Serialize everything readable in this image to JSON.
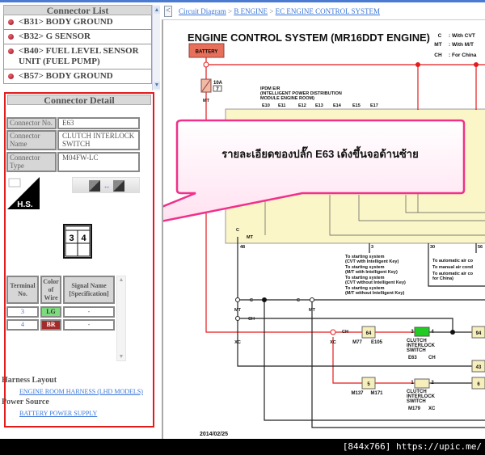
{
  "connector_list": {
    "title": "Connector List",
    "items": [
      {
        "label": "<B31> BODY GROUND"
      },
      {
        "label": "<B32> G SENSOR"
      },
      {
        "label": "<B40> FUEL LEVEL SENSOR UNIT (FUEL PUMP)"
      },
      {
        "label": "<B57> BODY GROUND"
      }
    ]
  },
  "connector_detail": {
    "title": "Connector Detail",
    "no_label": "Connector No.",
    "no_value": "E63",
    "name_label": "Connector Name",
    "name_value": "CLUTCH INTERLOCK SWITCH",
    "type_label": "Connector Type",
    "type_value": "M04FW-LC",
    "hs_label": "H.S.",
    "pins": [
      "3",
      "4"
    ],
    "table": {
      "headers": [
        "Terminal No.",
        "Color of Wire",
        "Signal Name [Specification]"
      ],
      "rows": [
        {
          "terminal": "3",
          "color": "LG",
          "color_hex": "#7ddc7d",
          "signal": "-"
        },
        {
          "terminal": "4",
          "color": "BR",
          "color_hex": "#a52a2a",
          "signal": "-"
        }
      ]
    },
    "harness_layout_label": "Harness Layout",
    "harness_link": "ENGINE ROOM HARNESS (LHD MODELS)",
    "power_source_label": "Power Source",
    "power_link": "BATTERY POWER SUPPLY"
  },
  "breadcrumb": {
    "back": "<",
    "items": [
      "Circuit Diagram",
      "B ENGINE",
      "EC ENGINE CONTROL SYSTEM"
    ],
    "sep": ">"
  },
  "diagram": {
    "title": "ENGINE CONTROL SYSTEM (MR16DDT ENGINE)",
    "legend": [
      {
        "tag": "C",
        "text": ": With CVT"
      },
      {
        "tag": "MT",
        "text": ": With M/T"
      },
      {
        "tag": "CH",
        "text": ": For China"
      }
    ],
    "battery": "BATTERY",
    "fuse_amp": "10A",
    "fuse_no": "7",
    "ipdm": [
      "IPDM E/R",
      "(INTELLIGENT POWER DISTRIBUTION",
      "MODULE ENGINE ROOM)"
    ],
    "ipdm_connectors": [
      "E10",
      "E11",
      "E12",
      "E13",
      "E14",
      "E15",
      "E17"
    ],
    "pins": {
      "p48": "48",
      "p3": "3",
      "p30": "30",
      "p56": "56",
      "p64": "64",
      "p94": "94",
      "p43": "43",
      "p5": "5",
      "p6": "6",
      "t3": "3",
      "t4": "4",
      "t1": "1",
      "t2": "2"
    },
    "starting_notes": [
      "To starting system",
      "(CVT with Intelligent Key)",
      "To starting system",
      "(M/T with Intelligent Key)",
      "To starting system",
      "(CVT without Intelligent Key)",
      "To starting system",
      "(M/T without Intelligent Key)"
    ],
    "aircon_notes": [
      "To automatic air co",
      "To manual air cond",
      "To automatic air co",
      "for China)"
    ],
    "tags": {
      "c": "C",
      "mt": "MT",
      "ch": "CH",
      "xc": "XC"
    },
    "conn_labels": {
      "m77": "M77",
      "e105": "E105",
      "m137": "M137",
      "m171": "M171",
      "e63": "E63",
      "m179": "M179"
    },
    "switch_name": [
      "CLUTCH",
      "INTERLOCK",
      "SWITCH"
    ],
    "date": "2014/02/25"
  },
  "callout": {
    "text": "รายละเอียดของปลั๊ก E63 เด้งขึ้นจอด้านซ้าย"
  },
  "footer": {
    "text": "[844x766] https://upic.me/"
  }
}
